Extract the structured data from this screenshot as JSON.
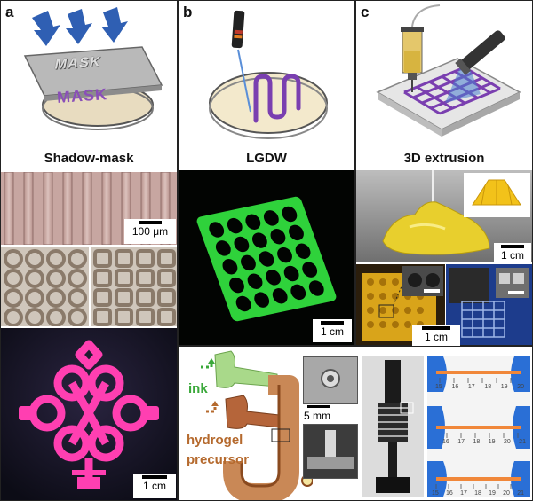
{
  "panels": {
    "a": {
      "letter": "a",
      "title": "Shadow-mask",
      "mask_text": "MASK",
      "mask_shadow_text": "MASK",
      "scale_micro": "100 μm",
      "scale_cm": "1 cm"
    },
    "b": {
      "letter": "b",
      "title": "LGDW",
      "scale_cm": "1 cm"
    },
    "c": {
      "letter": "c",
      "title": "3D extrusion",
      "scale_cm_top": "1 cm",
      "scale_cm_bottom": "1 cm"
    },
    "d": {
      "ink_label": "ink",
      "hydrogel_label_1": "hydrogel",
      "hydrogel_label_2": "precursor",
      "scale_mm": "5 mm",
      "ruler_top": [
        "15",
        "16",
        "17",
        "18",
        "19",
        "20"
      ],
      "ruler_mid": [
        "16",
        "17",
        "18",
        "19",
        "20",
        "21"
      ],
      "ruler_bot": [
        "15",
        "16",
        "17",
        "18",
        "19",
        "20",
        "21"
      ]
    }
  },
  "colors": {
    "arrow_blue": "#2f5fb3",
    "mask_purple": "#8a4fb8",
    "pink_knot": "#ff3fb1",
    "green_lattice": "#3ed84a",
    "yellow_gel": "#e8cf2d",
    "nozzle_green": "#a9d98a",
    "nozzle_brown": "#b5653a",
    "ink_arrow_green": "#3aa83a",
    "hydrogel_orange": "#b56a2e"
  }
}
